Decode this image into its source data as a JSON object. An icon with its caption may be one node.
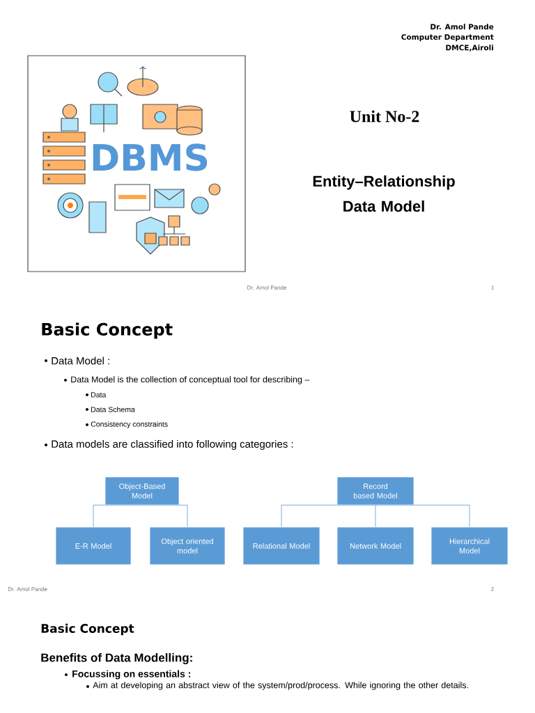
{
  "diagram": {
    "nodes": [
      {
        "text": [
          "Object-Based Model"
        ]
      },
      {
        "text": [
          "E-R Model"
        ]
      },
      {
        "text": [
          "Object oriented model"
        ]
      },
      {
        "text": [
          "Record based Model"
        ]
      },
      {
        "text": [
          "Relational Model"
        ]
      },
      {
        "text": [
          "Network Model"
        ]
      },
      {
        "text": [
          "Hierarchical Model"
        ]
      }
    ],
    "edges": [
      {
        "from": 0,
        "to": 1,
        "arrow": "none"
      },
      {
        "from": 0,
        "to": 2,
        "arrow": "none"
      },
      {
        "from": 3,
        "to": 4,
        "arrow": "none"
      },
      {
        "from": 3,
        "to": 5,
        "arrow": "none"
      },
      {
        "from": 3,
        "to": 6,
        "arrow": "none"
      }
    ],
    "labels": [
      "Dr. Amol Pande",
      "Computer Department",
      "DMCE,Airoli",
      "DBMS",
      "Unit No-2",
      "Entity–Relationship Data Model",
      "Dr. Amol Pande",
      "1",
      "Basic Concept",
      "Data Model :",
      "Data Model is the collection of conceptual tool for describing –",
      "Data",
      "Data Schema",
      "Consistency constraints",
      "Data models are classified into following categories :",
      "Dr. Amol Pande",
      "2",
      "Basic Concept",
      "Benefits of Data Modelling:",
      "Focussing on essentials :",
      "Aim at developing an abstract view of the system/prod/process. While ignoring the other details."
    ]
  }
}
